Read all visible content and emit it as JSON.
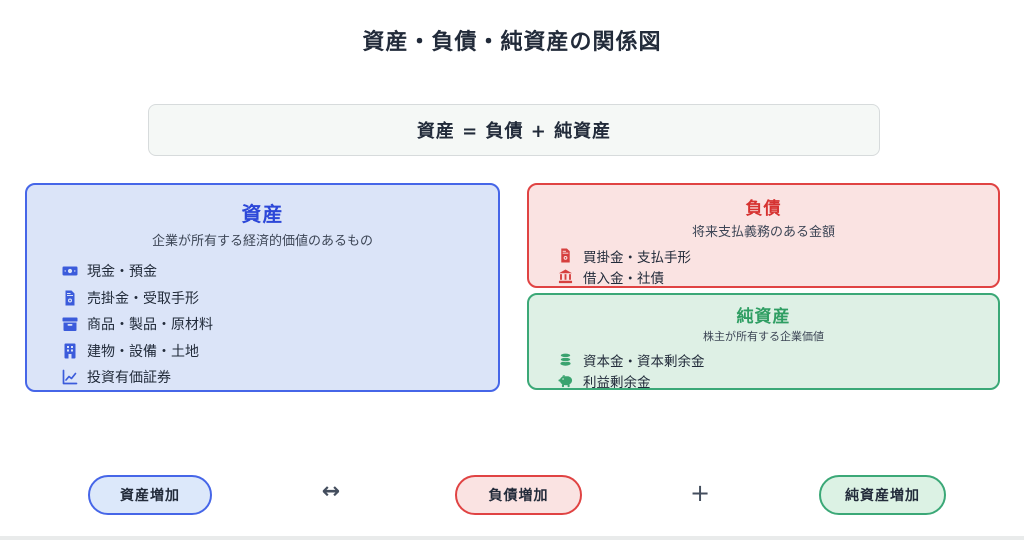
{
  "page": {
    "title": "資産・負債・純資産の関係図",
    "formula": "資産 = 負債 + 純資産"
  },
  "colors": {
    "blue_accent": "#4666e8",
    "blue_bg": "#dbe4f8",
    "blue_title": "#2c47d8",
    "red_accent": "#e04343",
    "red_bg": "#fae3e2",
    "red_title": "#d63331",
    "green_accent": "#3ba877",
    "green_bg": "#def0e5",
    "green_title": "#2f9e63",
    "text_dark": "#222b3a",
    "formula_bg": "#f5f8f6"
  },
  "boxes": {
    "assets": {
      "title": "資産",
      "subtitle": "企業が所有する経済的価値のあるもの",
      "items": [
        {
          "icon": "banknote-icon",
          "label": "現金・預金"
        },
        {
          "icon": "invoice-icon",
          "label": "売掛金・受取手形"
        },
        {
          "icon": "box-archive-icon",
          "label": "商品・製品・原材料"
        },
        {
          "icon": "building-icon",
          "label": "建物・設備・土地"
        },
        {
          "icon": "chart-line-icon",
          "label": "投資有価証券"
        }
      ]
    },
    "liabilities": {
      "title": "負債",
      "subtitle": "将来支払義務のある金額",
      "items": [
        {
          "icon": "invoice-icon",
          "label": "買掛金・支払手形"
        },
        {
          "icon": "bank-icon",
          "label": "借入金・社債"
        }
      ]
    },
    "net_assets": {
      "title": "純資産",
      "subtitle": "株主が所有する企業価値",
      "items": [
        {
          "icon": "coins-icon",
          "label": "資本金・資本剰余金"
        },
        {
          "icon": "piggy-bank-icon",
          "label": "利益剰余金"
        }
      ]
    }
  },
  "footer": {
    "asset_increase": "資産増加",
    "arrow": "↔",
    "liability_increase": "負債増加",
    "plus": "+",
    "net_asset_increase": "純資産増加"
  }
}
